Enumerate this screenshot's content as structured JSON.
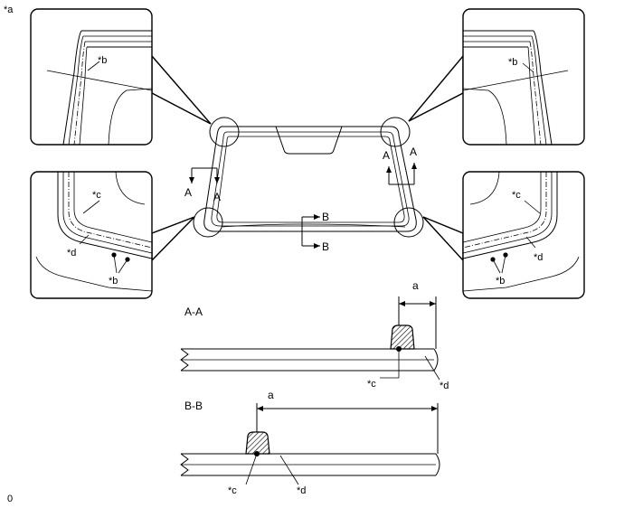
{
  "figure_id": "*a",
  "footer_mark": "0",
  "callouts": {
    "b": "*b",
    "c": "*c",
    "d": "*d"
  },
  "sections": {
    "A": "A",
    "B": "B",
    "A_title": "A-A",
    "B_title": "B-B"
  },
  "dimension": "a"
}
